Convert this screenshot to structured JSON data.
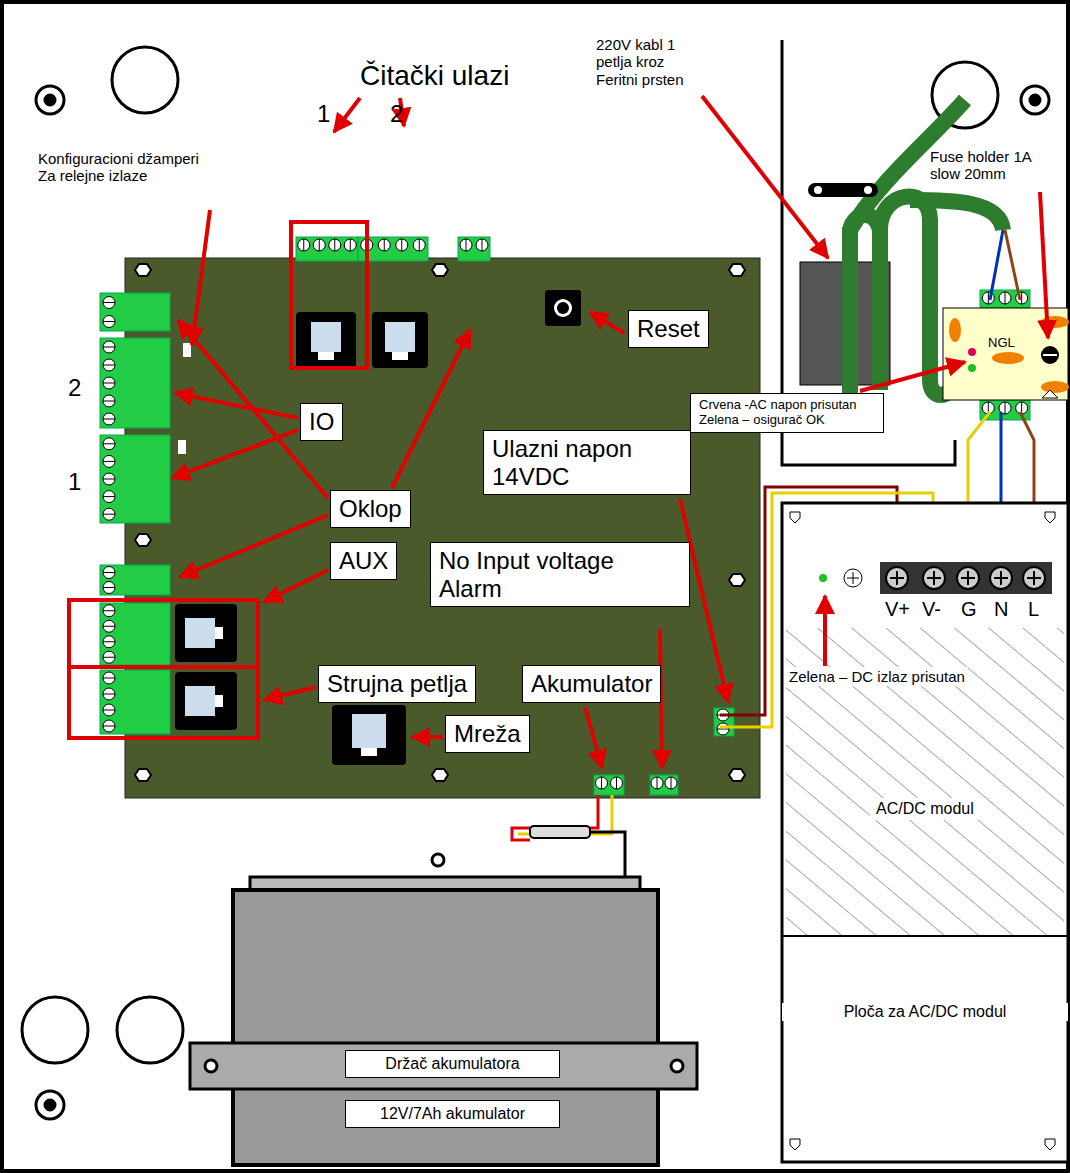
{
  "diagram": {
    "nodes": [
      {
        "text": [
          "Reset"
        ]
      },
      {
        "text": [
          "Crvena -AC napon prisutan Zelena – osigurač OK"
        ]
      },
      {
        "text": [
          "IO"
        ]
      },
      {
        "text": [
          "Ulazni napon 14VDC"
        ]
      },
      {
        "text": [
          "Oklop"
        ]
      },
      {
        "text": [
          "AUX"
        ]
      },
      {
        "text": [
          "No Input voltage Alarm"
        ]
      },
      {
        "text": [
          "Strujna petlja"
        ]
      },
      {
        "text": [
          "Akumulator"
        ]
      },
      {
        "text": [
          "Mreža"
        ]
      },
      {
        "text": [
          "AC/DC modul",
          "Ploča za AC/DC modul"
        ]
      },
      {
        "text": [
          "Držač akumulatora"
        ]
      },
      {
        "text": [
          "12V/7Ah akumulator"
        ]
      }
    ],
    "labels": [
      "Čitački ulazi",
      "1",
      "2",
      "Konfiguracioni džamperi Za relejne izlaze",
      "2",
      "1",
      "220V kabl 1 petlja kroz Feritni prsten",
      "Fuse holder 1A slow 20mm",
      "NGL",
      "V+",
      "V-",
      "G",
      "N",
      "L",
      "Zelena – DC izlaz prisutan"
    ]
  }
}
